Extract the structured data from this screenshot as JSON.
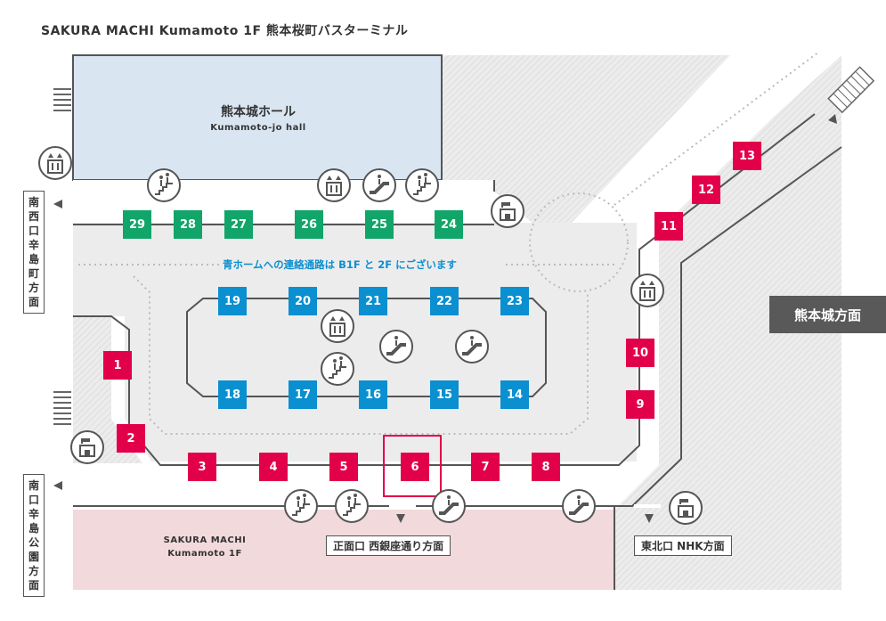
{
  "title": "SAKURA MACHI Kumamoto 1F 熊本桜町バスターミナル",
  "hall": {
    "name": "熊本城ホール",
    "name_en": "Kumamoto-jo hall"
  },
  "sakura": {
    "line1": "SAKURA MACHI",
    "line2": "Kumamoto 1F"
  },
  "connection_note": "青ホームへの連絡通路は B1F と 2F にございます",
  "labels": {
    "castle": "熊本城方面",
    "southwest": "南西口 辛島町方面",
    "south": "南口 辛島公園方面",
    "front": "正面口 西銀座通り方面",
    "northeast": "東北口 NHK方面"
  },
  "bays": {
    "red": [
      "1",
      "2",
      "3",
      "4",
      "5",
      "6",
      "7",
      "8",
      "9",
      "10",
      "11",
      "12",
      "13"
    ],
    "blue": [
      "14",
      "15",
      "16",
      "17",
      "18",
      "19",
      "20",
      "21",
      "22",
      "23"
    ],
    "green": [
      "24",
      "25",
      "26",
      "27",
      "28",
      "29"
    ]
  },
  "colors": {
    "red": "#e2004a",
    "blue": "#0a8fd0",
    "green": "#12a56a",
    "hall": "#d9e6f2",
    "sakura": "#f2d9db"
  }
}
